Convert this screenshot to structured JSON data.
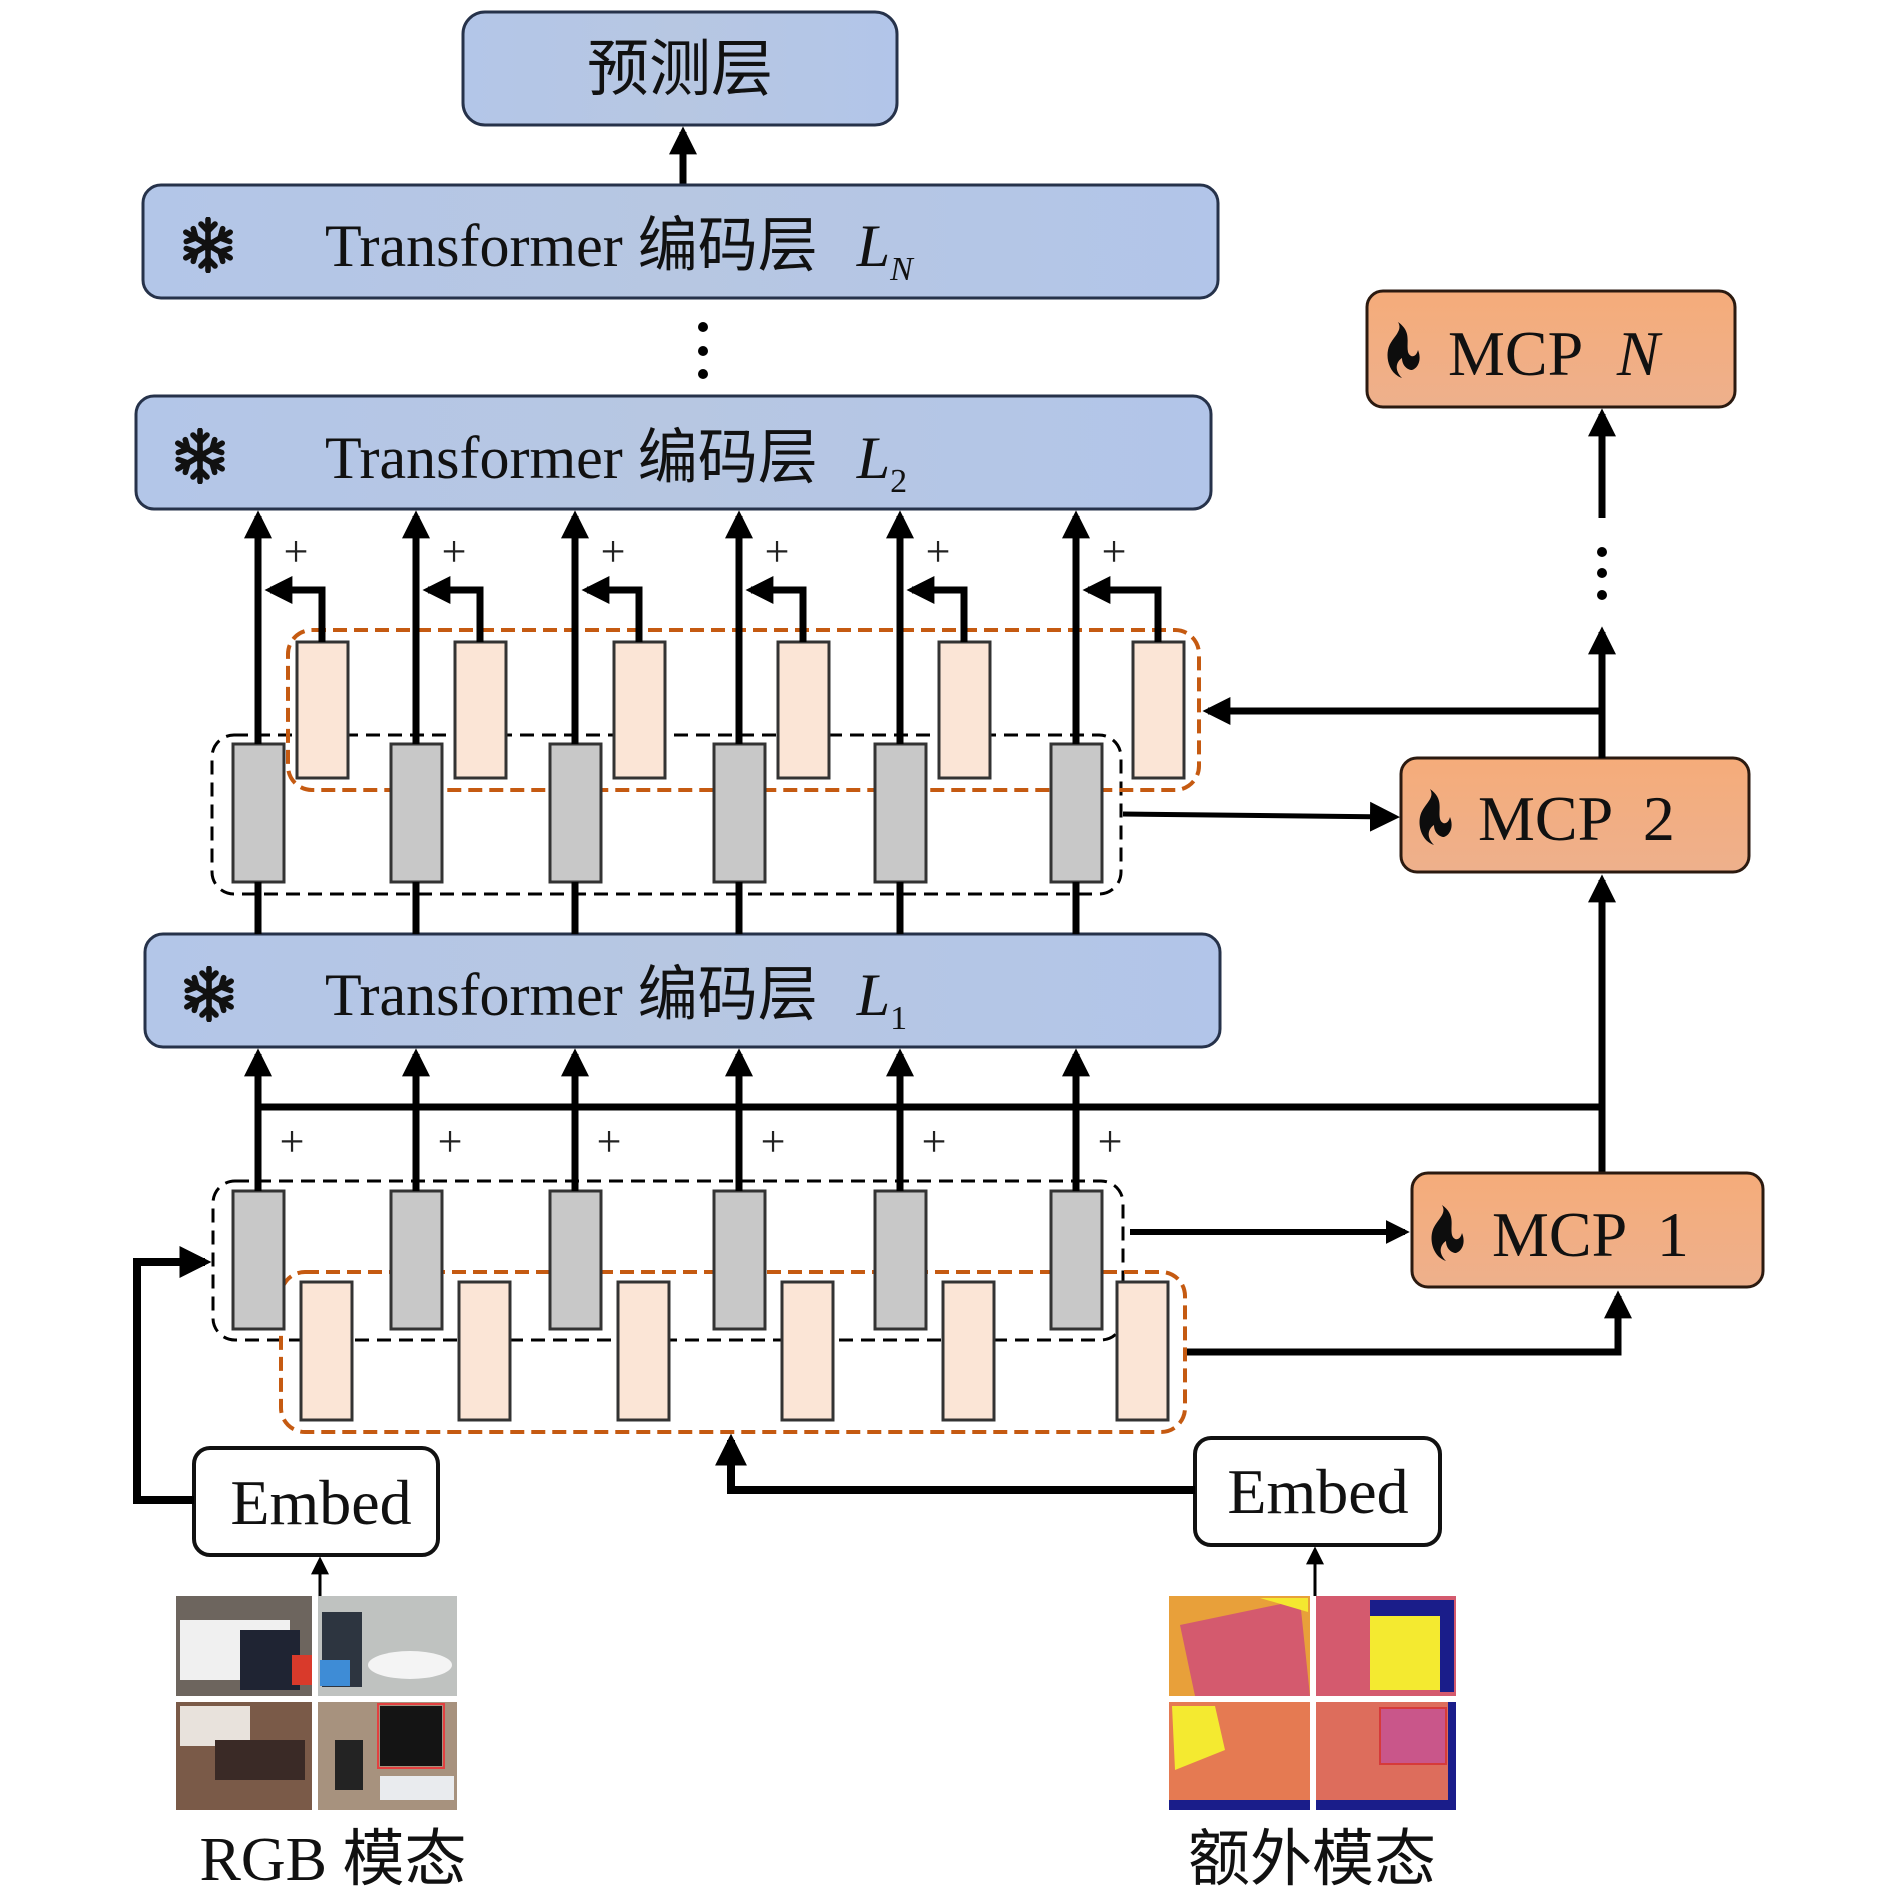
{
  "prediction_layer": {
    "label": "预测层"
  },
  "encoders": [
    {
      "id": "LN",
      "text": "Transformer 编码层",
      "symbol": "L",
      "subscript": "N",
      "icon": "snowflake-icon",
      "state": "frozen"
    },
    {
      "id": "L2",
      "text": "Transformer 编码层",
      "symbol": "L",
      "subscript": "2",
      "icon": "snowflake-icon",
      "state": "frozen"
    },
    {
      "id": "L1",
      "text": "Transformer 编码层",
      "symbol": "L",
      "subscript": "1",
      "icon": "snowflake-icon",
      "state": "frozen"
    }
  ],
  "ellipsis": "⋮",
  "mcp_blocks": [
    {
      "id": "MCPN",
      "label": "MCP",
      "index": "N",
      "icon": "fire-icon",
      "state": "trainable"
    },
    {
      "id": "MCP2",
      "label": "MCP",
      "index": "2",
      "icon": "fire-icon",
      "state": "trainable"
    },
    {
      "id": "MCP1",
      "label": "MCP",
      "index": "1",
      "icon": "fire-icon",
      "state": "trainable"
    }
  ],
  "plus_sign": "+",
  "token_count": 6,
  "embed_rgb": {
    "label": "Embed"
  },
  "embed_extra": {
    "label": "Embed"
  },
  "inputs": {
    "rgb": {
      "label": "RGB 模态",
      "image": "rgb-frames-grid"
    },
    "extra": {
      "label": "额外模态",
      "image": "depth-frames-grid"
    }
  },
  "colors": {
    "encoder_fill": "#b4c7e7",
    "mcp_fill": "#f4b183",
    "rgb_token_fill": "#c8c8c8",
    "extra_token_fill": "#fbe5d6",
    "orange_dash": "#c55a11",
    "line": "#000000"
  }
}
